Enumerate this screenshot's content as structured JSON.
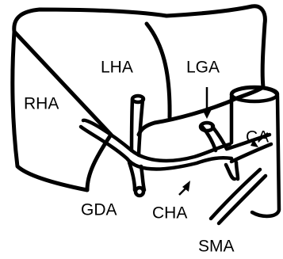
{
  "labels": {
    "rha": "RHA",
    "lha": "LHA",
    "lga": "LGA",
    "ca": "CA",
    "gda": "GDA",
    "cha": "CHA",
    "sma": "SMA"
  },
  "colors": {
    "ink": "#000000",
    "background": "#ffffff"
  }
}
